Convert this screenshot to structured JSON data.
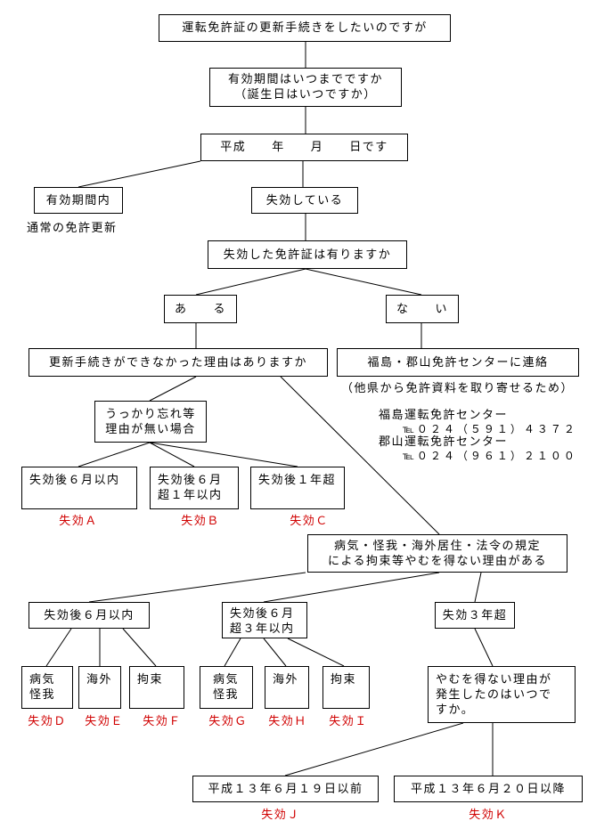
{
  "nodes": {
    "n1": "運転免許証の更新手続きをしたいのですが",
    "n2": [
      "有効期間はいつまでですか",
      "（誕生日はいつですか）"
    ],
    "n3": "平成　　年　　月　　日です",
    "n4": "有効期間内",
    "n5": "失効している",
    "n6": "失効した免許証は有りますか",
    "n7": "あ　　る",
    "n8": "な　　い",
    "n9": "更新手続きができなかった理由はありますか",
    "n10": "福島・郡山免許センターに連絡",
    "n11": [
      "うっかり忘れ等",
      "理由が無い場合"
    ],
    "n12": "失効後６月以内",
    "n13": [
      "失効後６月",
      "超１年以内"
    ],
    "n14": "失効後１年超",
    "n15": [
      "病気・怪我・海外居住・法令の規定",
      "による拘束等やむを得ない理由がある"
    ],
    "n16": "失効後６月以内",
    "n17": [
      "失効後６月",
      "超３年以内"
    ],
    "n18": "失効３年超",
    "n19": [
      "病気",
      "怪我"
    ],
    "n20": "海外",
    "n21": "拘束",
    "n22": [
      "病気",
      "怪我"
    ],
    "n23": "海外",
    "n24": "拘束",
    "n25": [
      "やむを得ない理由が",
      "発生したのはいつで",
      "すか。"
    ],
    "n26": "平成１３年６月１９日以前",
    "n27": "平成１３年６月２０日以降"
  },
  "notes": {
    "normal_renewal": "通常の免許更新",
    "reason_note": "（他県から免許資料を取り寄せるため）",
    "fukushima_center": "福島運転免許センター",
    "fukushima_tel": "℡０２４（５９１）４３７２",
    "koriyama_center": "郡山運転免許センター",
    "koriyama_tel": "℡０２４（９６１）２１００"
  },
  "outcomes": {
    "a": "失効Ａ",
    "b": "失効Ｂ",
    "c": "失効Ｃ",
    "d": "失効Ｄ",
    "e": "失効Ｅ",
    "f": "失効Ｆ",
    "g": "失効Ｇ",
    "h": "失効Ｈ",
    "i": "失効Ｉ",
    "j": "失効Ｊ",
    "k": "失効Ｋ"
  },
  "colors": {
    "outcome": "#d00000",
    "line": "#000000"
  }
}
